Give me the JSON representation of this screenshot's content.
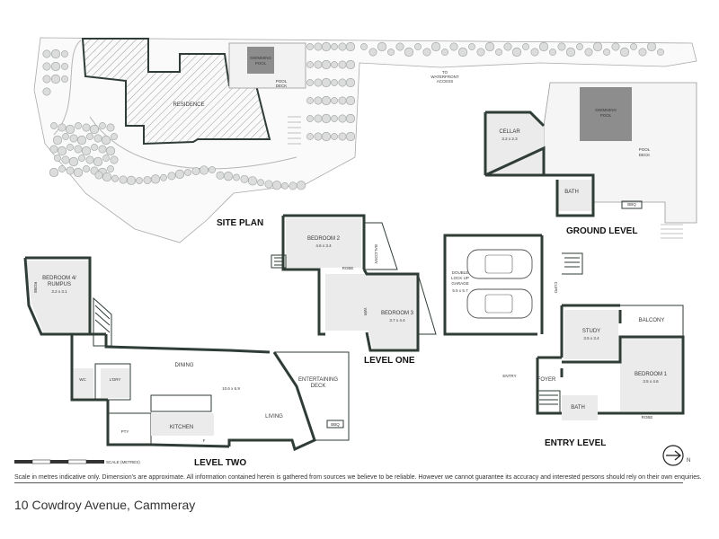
{
  "site_plan": {
    "title": "SITE PLAN",
    "residence": "RESIDENCE",
    "swimming_pool": [
      "SWIMMING",
      "POOL"
    ],
    "pool_deck": [
      "POOL",
      "DECK"
    ],
    "waterfront_access": [
      "TO",
      "WATERFRONT",
      "ACCESS"
    ]
  },
  "ground_level": {
    "title": "GROUND LEVEL",
    "cellar": {
      "name": "CELLAR",
      "size": "3.2 x 2.3"
    },
    "swimming_pool": [
      "SWIMMING",
      "POOL"
    ],
    "pool_deck": [
      "POOL",
      "DECK"
    ],
    "bath": "BATH",
    "bbq": "BBQ"
  },
  "level_one": {
    "title": "LEVEL ONE",
    "bedroom2": {
      "name": "BEDROOM 2",
      "size": "4.6 x 3.4"
    },
    "bedroom3": {
      "name": "BEDROOM 3",
      "size": "3.7 x 4.4"
    },
    "balcony": "BALCONY",
    "robe": "ROBE",
    "wir": "W/R"
  },
  "level_two": {
    "title": "LEVEL TWO",
    "bedroom4": {
      "name": [
        "BEDROOM 4/",
        "RUMPUS"
      ],
      "size": "3.2 x 3.1"
    },
    "dining": "DINING",
    "living_size": "10.6 x 6.9",
    "living": "LIVING",
    "entertaining": [
      "ENTERTAINING",
      "DECK"
    ],
    "wc": "WC",
    "ldry": "L'DRY",
    "kitchen": "KITCHEN",
    "pty": "PTY",
    "f": "F",
    "bbq": "BBQ",
    "robe": "ROBE"
  },
  "entry_level": {
    "title": "ENTRY LEVEL",
    "garage": {
      "name": [
        "DOUBLE",
        "LOCK UP",
        "GARAGE"
      ],
      "size": "5.5 x 5.7"
    },
    "cpd": "CUPD",
    "study": {
      "name": "STUDY",
      "size": "3.5 x 3.4"
    },
    "balcony": "BALCONY",
    "bedroom1": {
      "name": "BEDROOM 1",
      "size": "3.5 x 4.6"
    },
    "foyer": "FOYER",
    "bath": "BATH",
    "entry": "ENTRY",
    "robe": "ROBE"
  },
  "scale": {
    "label": "SCALE (METRES)"
  },
  "north": "N",
  "disclaimer": "Scale in metres indicative only. Dimension's are approximate. All information contained herein is gathered from sources we believe to be reliable. However we cannot guarantee its accuracy and interested persons should rely on their own enquiries.",
  "address": "10 Cowdroy Avenue, Cammeray",
  "colors": {
    "wall": "#2f3d36",
    "room": "#ebebeb",
    "pool": "#8d8d8d",
    "tree": "#dcdcdc"
  }
}
